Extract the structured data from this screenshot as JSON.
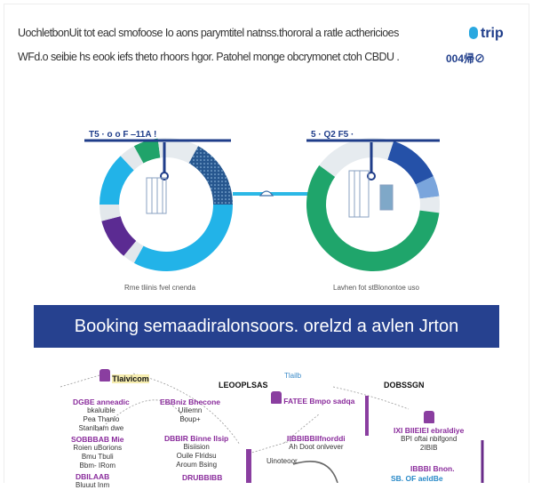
{
  "intro": {
    "line1": "UochletbonUit tot eacl smofoose Io aons parymtitel natnss.thororal a ratle acthericioes",
    "line2": "WFd.o seibie hs eook iefs theto rhoors hgor. Patohel monge obcrymonet ctoh CBDU .",
    "brand": "trip",
    "code": "004帰⊘"
  },
  "donuts": [
    {
      "header": "T5 · o o F ‒11A !",
      "caption": "Rme tliinis fvel cnenda",
      "segments": [
        {
          "pct": 8,
          "color": "#e6ebef"
        },
        {
          "pct": 17,
          "color": "#27578f",
          "pattern": "dots"
        },
        {
          "pct": 33,
          "color": "#22b3e8"
        },
        {
          "pct": 3,
          "color": "#e3e8ec"
        },
        {
          "pct": 10,
          "color": "#5b2b92"
        },
        {
          "pct": 4,
          "color": "#e3e8ec"
        },
        {
          "pct": 13,
          "color": "#22b3e8"
        },
        {
          "pct": 4,
          "color": "#e3e8ec"
        },
        {
          "pct": 6,
          "color": "#20a36a"
        },
        {
          "pct": 2,
          "color": "#e3e8ec"
        }
      ]
    },
    {
      "header": "5 · Q2 F5 ·",
      "caption": "Lavhen fot stBlonontoe uso",
      "segments": [
        {
          "pct": 5,
          "color": "#e6ebef"
        },
        {
          "pct": 13,
          "color": "#2551a8"
        },
        {
          "pct": 5,
          "color": "#7aa5dc"
        },
        {
          "pct": 4,
          "color": "#e6ebef"
        },
        {
          "pct": 58,
          "color": "#1fa56b"
        },
        {
          "pct": 15,
          "color": "#e6ebef"
        }
      ]
    }
  ],
  "banner": "Booking semaadiralonsoors. orelzd a avlen Jrton",
  "nodes": [
    {
      "title": "Tlaivicom",
      "lines": []
    },
    {
      "title": "",
      "head": "DGBE anneadic",
      "lines": [
        "bkaluible",
        "Pea Thanio",
        "Stanlbam dwe"
      ]
    },
    {
      "head": "SOBBBAB Mie",
      "lines": [
        "Roien uBorions",
        "Bmu Tbuli",
        "Bbm- IRom"
      ]
    },
    {
      "head": "DBILAAB",
      "lines": [
        "Bluuut Inm"
      ]
    },
    {
      "head": "EBBniz Bhecone",
      "lines": [
        "Uiliemn",
        "Boup+"
      ]
    },
    {
      "head": "DBBIR Binne Ilsip",
      "lines": [
        "Bisiision",
        "Ouile Flridsu",
        "Aroum Bsing"
      ]
    },
    {
      "head": "DRUBBIBB",
      "lines": []
    },
    {
      "title": "LEOOPLSAS",
      "lines": []
    },
    {
      "title": "Tlailb",
      "lines": []
    },
    {
      "head": "FATEE Bmpo sadqa",
      "lines": []
    },
    {
      "head": "IIBBIBBIIfnorddi",
      "lines": [
        "Ah Doot onlvever"
      ]
    },
    {
      "title": "Uinoteoor",
      "lines": []
    },
    {
      "title": "DOBSSGN",
      "lines": []
    },
    {
      "head": "IXI BIIEIEI ebraldiye",
      "lines": [
        "BPI oftai nbifgond",
        "2IBIB"
      ]
    },
    {
      "head": "IBBBI Bnon.",
      "lines": []
    },
    {
      "head": "SB. OF aeldBe",
      "lines": []
    }
  ]
}
